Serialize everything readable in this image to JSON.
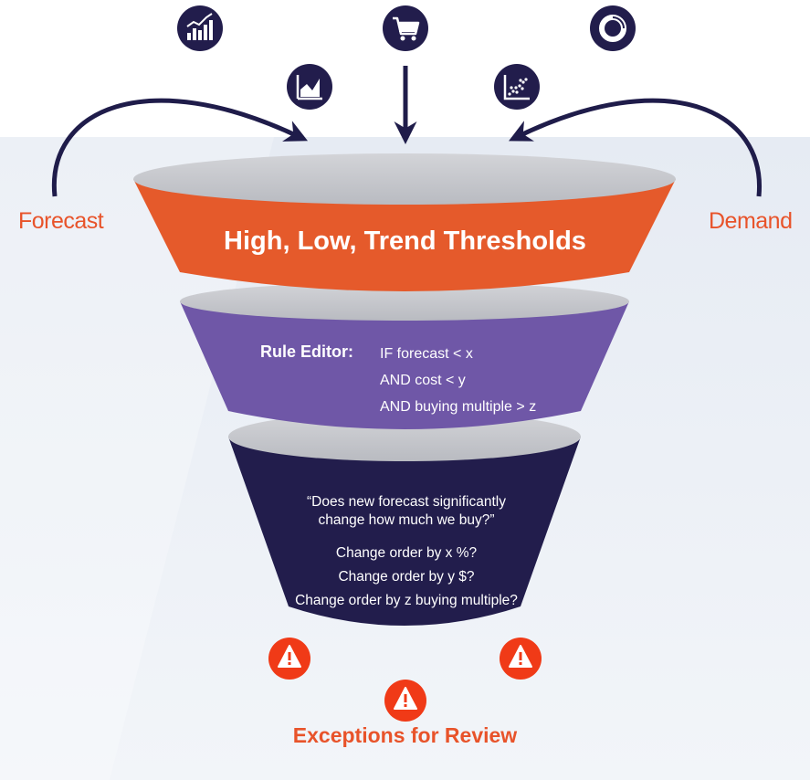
{
  "colors": {
    "accent": "#e8532a",
    "navy": "#1f1c4a",
    "purple": "#6f57a7",
    "orange": "#e55a2b"
  },
  "inputs": {
    "forecast_label": "Forecast",
    "demand_label": "Demand",
    "icons": [
      "bar-chart-icon",
      "line-chart-icon",
      "cart-icon",
      "scatter-chart-icon",
      "donut-chart-icon"
    ]
  },
  "funnel": {
    "top_title": "High, Low, Trend Thresholds",
    "rule_editor": {
      "label": "Rule Editor:",
      "lines": [
        "IF forecast < x",
        "AND cost < y",
        "AND buying multiple > z"
      ]
    },
    "bottom": {
      "question_line1": "“Does new forecast significantly",
      "question_line2": "change how much we buy?”",
      "changes": [
        "Change order by x %?",
        "Change order by y $?",
        "Change order by z buying multiple?"
      ]
    }
  },
  "output": {
    "label": "Exceptions for Review",
    "icons": [
      "warning-icon",
      "warning-icon",
      "warning-icon"
    ]
  }
}
